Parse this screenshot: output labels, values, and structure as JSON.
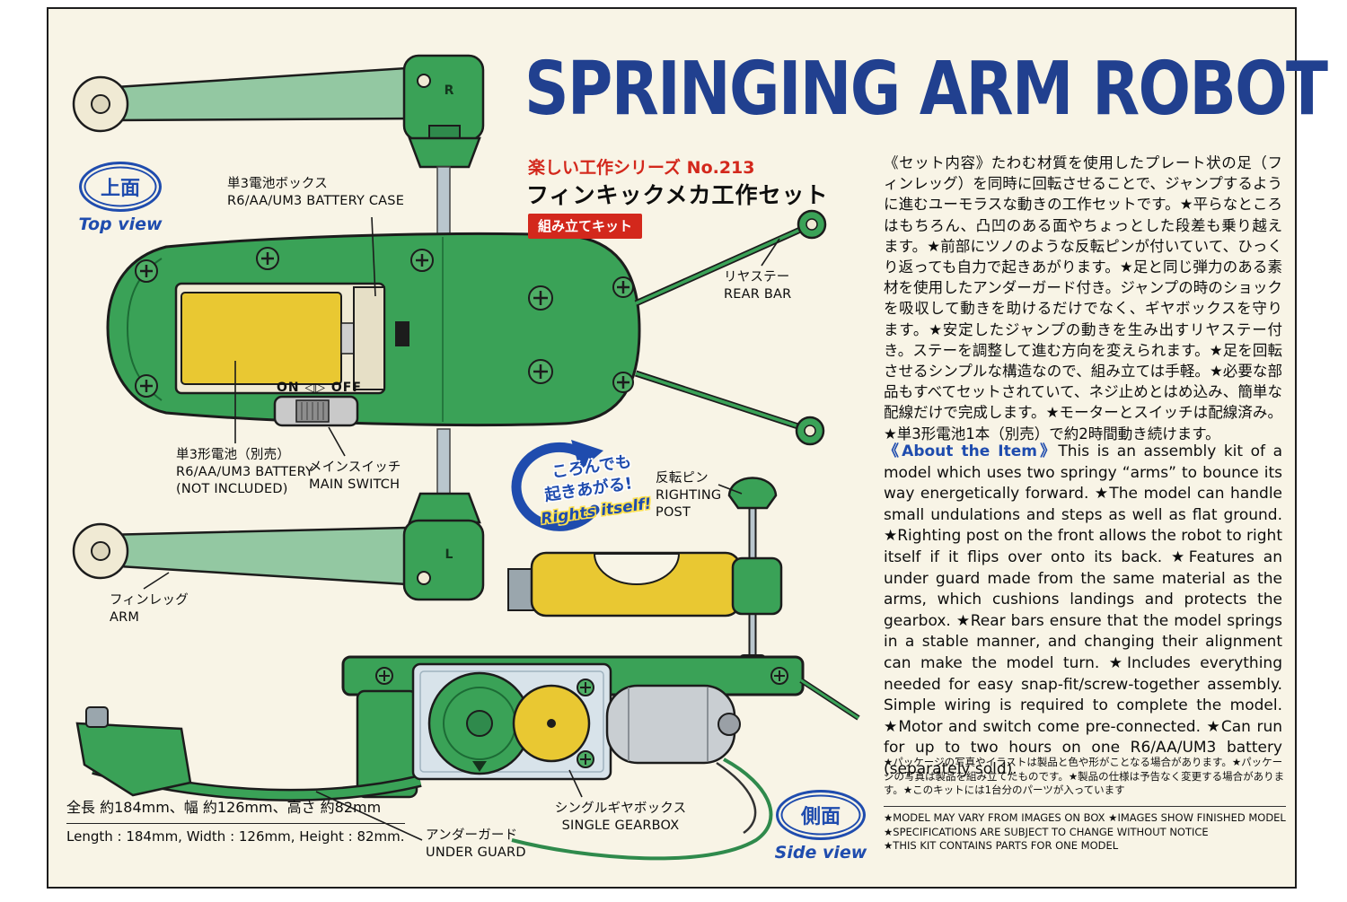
{
  "header": {
    "title": "SPRINGING ARM ROBOT",
    "series": "楽しい工作シリーズ No.213",
    "subtitle": "フィンキックメカ工作セット",
    "kit_badge": "組み立てキット"
  },
  "jp_description": "《セット内容》たわむ材質を使用したプレート状の足（フィンレッグ）を同時に回転させることで、ジャンプするように進むユーモラスな動きの工作セットです。★平らなところはもちろん、凸凹のある面やちょっとした段差も乗り越えます。★前部にツノのような反転ピンが付いていて、ひっくり返っても自力で起きあがります。★足と同じ弾力のある素材を使用したアンダーガード付き。ジャンプの時のショックを吸収して動きを助けるだけでなく、ギヤボックスを守ります。★安定したジャンプの動きを生み出すリヤステー付き。ステーを調整して進む方向を変えられます。★足を回転させるシンプルな構造なので、組み立ては手軽。★必要な部品もすべてセットされていて、ネジ止めとはめ込み、簡単な配線だけで完成します。★モーターとスイッチは配線済み。★単3形電池1本（別売）で約2時間動き続けます。",
  "en_description": {
    "label": "《About the Item》",
    "body": "This is an assembly kit of a model which uses two springy “arms” to bounce its way energetically forward. ★The model can handle small undulations and steps as well as flat ground. ★Righting post on the front allows the robot to right itself if it flips over onto its back. ★Features an under guard made from the same material as the arms, which cushions landings and protects the gearbox. ★Rear bars ensure that the model springs in a stable manner, and changing their alignment can make the model turn. ★Includes everything needed for easy snap-fit/screw-together assembly. Simple wiring is required to complete the model. ★Motor and switch come pre-connected. ★Can run for up to two hours on one R6/AA/UM3 battery (separately sold)."
  },
  "badges": {
    "top_view_jp": "上面",
    "top_view_en": "Top view",
    "side_view_jp": "側面",
    "side_view_en": "Side view"
  },
  "callouts": {
    "battery_case": {
      "jp": "単3電池ボックス",
      "en": "R6/AA/UM3 BATTERY CASE"
    },
    "rear_bar": {
      "jp": "リヤステー",
      "en": "REAR BAR"
    },
    "battery": {
      "jp": "単3形電池（別売）",
      "en1": "R6/AA/UM3 BATTERY",
      "en2": "(NOT INCLUDED)"
    },
    "main_switch": {
      "jp": "メインスイッチ",
      "en": "MAIN SWITCH"
    },
    "arm": {
      "jp": "フィンレッグ",
      "en": "ARM"
    },
    "righting_post": {
      "jp": "反転ピン",
      "en": "RIGHTING POST"
    },
    "gearbox": {
      "jp": "シングルギヤボックス",
      "en": "SINGLE GEARBOX"
    },
    "under_guard": {
      "jp": "アンダーガード",
      "en": "UNDER GUARD"
    },
    "rights_itself": {
      "jp1": "ころんでも",
      "jp2": "起きあがる!",
      "en": "Rights itself!"
    }
  },
  "diagram_marks": {
    "r": "R",
    "l": "L",
    "switch": "ON ◁▷ OFF"
  },
  "dimensions": {
    "jp": "全長 約184mm、幅 約126mm、高さ 約82mm",
    "en": "Length : 184mm, Width : 126mm, Height : 82mm."
  },
  "fine_print": {
    "jp": "★パッケージの写真やイラストは製品と色や形がことなる場合があります。★パッケージの写真は製品を組み立てたものです。★製品の仕様は予告なく変更する場合があります。★このキットには1台分のパーツが入っています",
    "en1": "★MODEL MAY VARY FROM IMAGES ON BOX ★IMAGES SHOW FINISHED MODEL ★SPECIFICATIONS ARE SUBJECT TO CHANGE WITHOUT NOTICE",
    "en2": "★THIS KIT CONTAINS PARTS FOR ONE MODEL"
  },
  "colors": {
    "green": "#3aa257",
    "arm_green": "#93c8a2",
    "yellow": "#e9c832",
    "navy_title": "#21408f",
    "blue": "#1f4cae",
    "red": "#d3281c",
    "cream": "#f8f4e6"
  }
}
